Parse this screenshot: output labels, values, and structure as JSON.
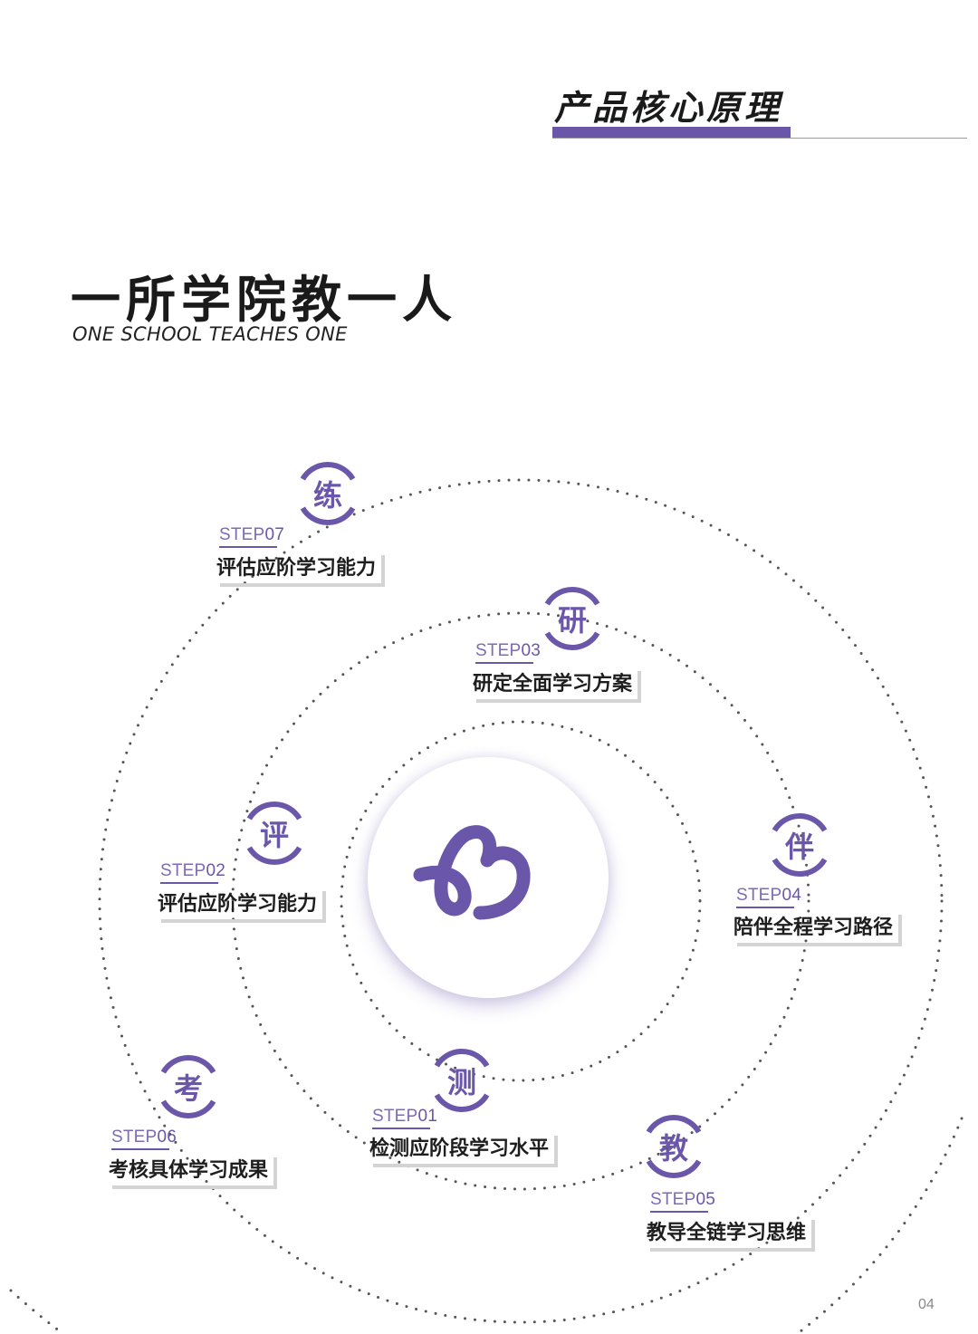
{
  "header": {
    "section_title": "产品核心原理",
    "heading": "一所学院教一人",
    "subheading": "ONE SCHOOL TEACHES ONE"
  },
  "center": {
    "logo": "brand-logo-icon"
  },
  "steps": [
    {
      "char": "测",
      "tag_word": "STEP",
      "tag_num": "01",
      "label": "检测应阶段学习水平"
    },
    {
      "char": "评",
      "tag_word": "STEP",
      "tag_num": "02",
      "label": "评估应阶学习能力"
    },
    {
      "char": "研",
      "tag_word": "STEP",
      "tag_num": "03",
      "label": "研定全面学习方案"
    },
    {
      "char": "伴",
      "tag_word": "STEP",
      "tag_num": "04",
      "label": "陪伴全程学习路径"
    },
    {
      "char": "教",
      "tag_word": "STEP",
      "tag_num": "05",
      "label": "教导全链学习思维"
    },
    {
      "char": "考",
      "tag_word": "STEP",
      "tag_num": "06",
      "label": "考核具体学习成果"
    },
    {
      "char": "练",
      "tag_word": "STEP",
      "tag_num": "07",
      "label": "评估应阶学习能力"
    }
  ],
  "page_number": "04",
  "colors": {
    "accent": "#6b57aa",
    "orbit_dots": "#555555",
    "text": "#1c1c1c"
  }
}
